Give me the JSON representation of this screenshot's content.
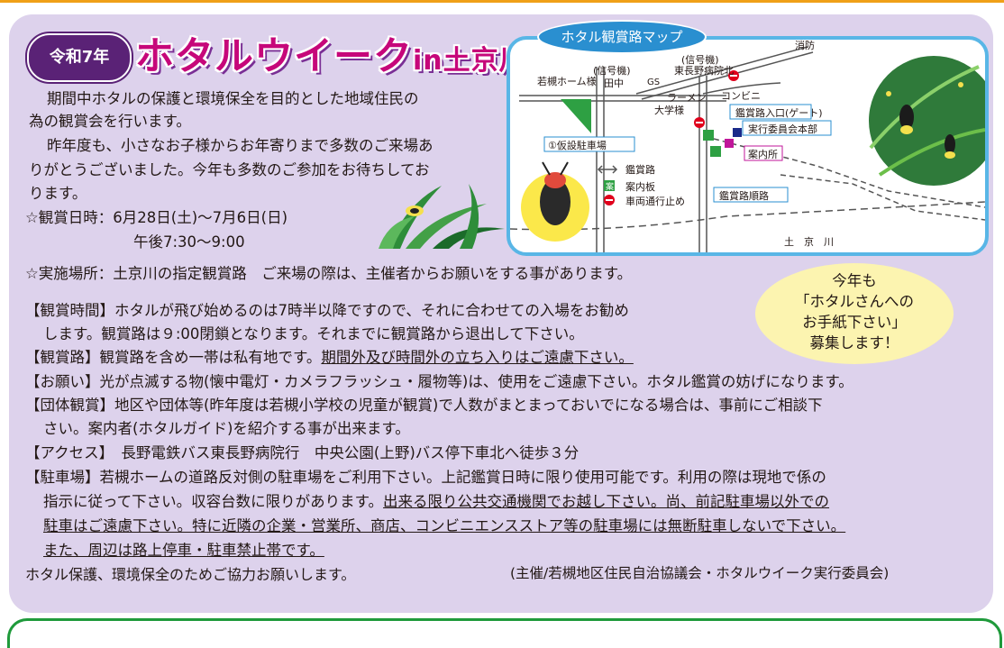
{
  "header": {
    "badge": "令和7年",
    "title_main": "ホタルウイーク",
    "title_sub": "in土京川"
  },
  "intro": [
    "期間中ホタルの保護と環境保全を目的とした地域住民の",
    "為の観賞会を行います。",
    "昨年度も、小さなお子様からお年寄りまで多数のご来場あ",
    "りがとうございました。今年も多数のご参加をお待ちしてお",
    "ります。"
  ],
  "schedule": {
    "date_line": "☆観賞日時：6月28日(土)～7月6日(日)",
    "time_line": "午後7:30～9:00",
    "venue_line": "☆実施場所：土京川の指定観賞路　ご来場の際は、主催者からお願いをする事があります。"
  },
  "notes": {
    "time_1": "【観賞時間】ホタルが飛び始めるのは7時半以降ですので、それに合わせての入場をお勧め",
    "time_2": "します。観賞路は９:00閉鎖となります。それまでに観賞路から退出して下さい。",
    "path_a": "【観賞路】観賞路を含め一帯は私有地です。",
    "path_b": "期間外及び時間外の立ち入りはご遠慮下さい。",
    "request": "【お願い】光が点滅する物(懐中電灯・カメラフラッシュ・履物等)は、使用をご遠慮下さい。ホタル鑑賞の妨げになります。",
    "group_1": "【団体観賞】地区や団体等(昨年度は若槻小学校の児童が観賞)で人数がまとまっておいでになる場合は、事前にご相談下",
    "group_2": "さい。案内者(ホタルガイド)を紹介する事が出来ます。",
    "access": "【アクセス】　長野電鉄バス東長野病院行　中央公園(上野)バス停下車北へ徒歩３分",
    "parking_1": "【駐車場】若槻ホームの道路反対側の駐車場をご利用下さい。上記鑑賞日時に限り使用可能です。利用の際は現地で係の",
    "parking_2a": "指示に従って下さい。収容台数に限りがあります。",
    "parking_2b": "出来る限り公共交通機関でお越し下さい。尚、前記駐車場以外での",
    "parking_3": "駐車はご遠慮下さい。特に近隣の企業・営業所、商店、コンビニエンスストア等の駐車場には無断駐車しないで下さい。",
    "parking_4": "また、周辺は路上停車・駐車禁止帯です。",
    "closing": "ホタル保護、環境保全のためご協力お願いします。",
    "organizer": "(主催/若槻地区住民自治協議会・ホタルウイーク実行委員会)"
  },
  "bubble": {
    "line1": "今年も",
    "line2": "「ホタルさんへの",
    "line3": "お手紙下さい」",
    "line4": "募集します！"
  },
  "map": {
    "tab": "ホタル観賞路マップ",
    "fire_station": "消防",
    "signal_north": "(信号機)",
    "hospital": "東長野病院北",
    "signal_tanaka": "(信号機)",
    "tanaka": "田中",
    "wakatsuki_home": "若槻ホーム様",
    "gs": "GS",
    "ramen": "ラーメン",
    "daigaku": "大学様",
    "conveni": "コンビニ",
    "entrance": "鑑賞路入口(ゲート)",
    "hq": "実行委員会本部",
    "info": "案内所",
    "parking": "①仮設駐車場",
    "legend_route": "鑑賞路",
    "legend_board": "案内板",
    "legend_board_icon": "案",
    "legend_stop": "車両通行止め",
    "route_order": "鑑賞路順路",
    "river": "土　京　川"
  },
  "colors": {
    "panel": "#ddd2ec",
    "title": "#c6077a",
    "badge": "#5a2276",
    "map_border": "#59b6e6",
    "bubble": "#fcf4b0",
    "top_line": "#f0a018",
    "bottom_border": "#1f9a3b"
  }
}
